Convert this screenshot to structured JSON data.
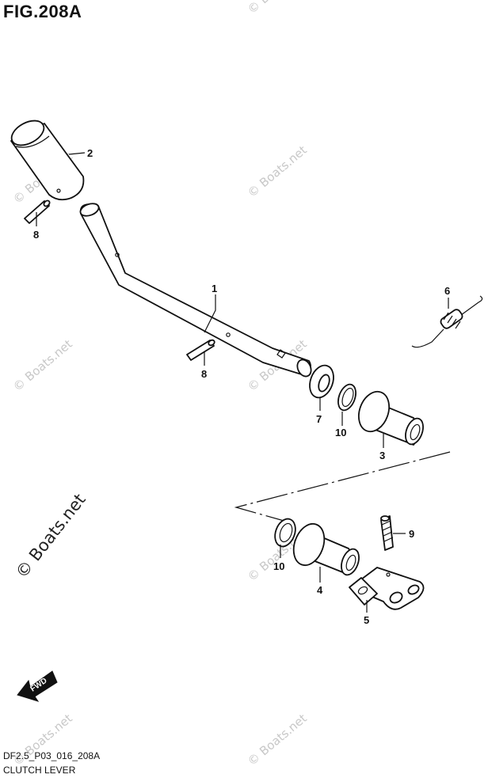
{
  "figure": {
    "title": "FIG.208A",
    "code": "DF2.5_P03_016_208A",
    "caption": "CLUTCH LEVER",
    "watermark": "© Boats.net",
    "fwd_label": "FWD"
  },
  "callouts": {
    "c1": "1",
    "c2": "2",
    "c3": "3",
    "c4": "4",
    "c5": "5",
    "c6": "6",
    "c7": "7",
    "c8a": "8",
    "c8b": "8",
    "c9": "9",
    "c10a": "10",
    "c10b": "10"
  }
}
